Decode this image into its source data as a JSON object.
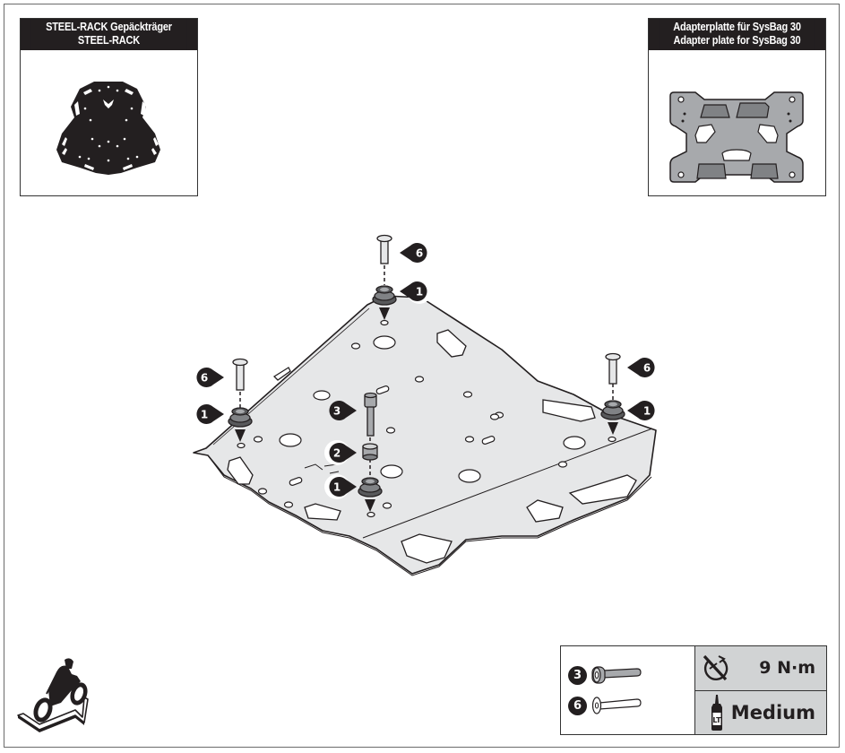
{
  "parts": {
    "steel_rack": {
      "title_line1": "STEEL-RACK Gepäckträger",
      "title_line2": "STEEL-RACK",
      "icon": "steel-rack-plate-icon"
    },
    "adapter_plate": {
      "title_line1": "Adapterplatte für SysBag 30",
      "title_line2": "Adapter plate for SysBag 30",
      "icon": "adapter-plate-icon"
    }
  },
  "assembly": {
    "callouts": [
      {
        "number": "6",
        "part": "countersunk screw",
        "position": "top"
      },
      {
        "number": "1",
        "part": "rubber grommet",
        "position": "top"
      },
      {
        "number": "6",
        "part": "countersunk screw",
        "position": "left"
      },
      {
        "number": "1",
        "part": "rubber grommet",
        "position": "left"
      },
      {
        "number": "3",
        "part": "socket head screw",
        "position": "center"
      },
      {
        "number": "2",
        "part": "spacer",
        "position": "center"
      },
      {
        "number": "1",
        "part": "rubber grommet",
        "position": "center"
      },
      {
        "number": "6",
        "part": "countersunk screw",
        "position": "right"
      },
      {
        "number": "1",
        "part": "rubber grommet",
        "position": "right"
      }
    ]
  },
  "spec_table": {
    "screws": [
      {
        "number": "3",
        "icon": "socket-head-screw-icon"
      },
      {
        "number": "6",
        "icon": "countersunk-screw-icon"
      }
    ],
    "torque": {
      "icon": "torque-wrench-icon",
      "value": "9 N·m"
    },
    "threadlocker": {
      "icon": "loctite-bottle-icon",
      "label": "LT",
      "value": "Medium"
    }
  },
  "footer": {
    "icon": "motorcycle-side-stand-icon"
  },
  "colors": {
    "ink": "#231f20",
    "plate": "#e6e7e8",
    "adapter": "#a7a9ac",
    "adapter_pad": "#808285",
    "table_fill": "#d1d3d4"
  }
}
